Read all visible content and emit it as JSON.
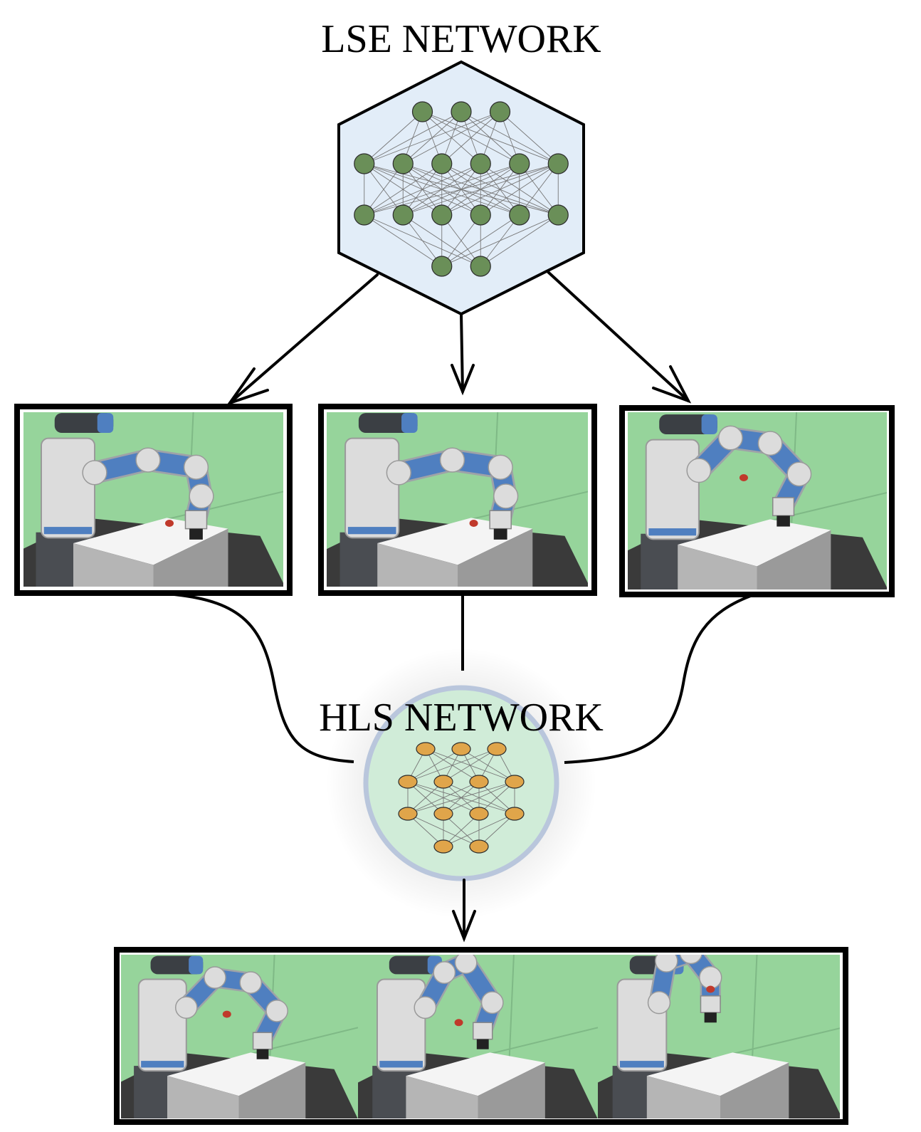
{
  "lse": {
    "title": "LSE NETWORK",
    "layers": [
      3,
      6,
      6,
      2
    ]
  },
  "hls": {
    "title": "HLS NETWORK",
    "layers": [
      3,
      4,
      4,
      2
    ]
  },
  "colors": {
    "lse_fill": "#e2edf8",
    "lse_node": "#6a8f58",
    "hls_fill": "#d0ecd8",
    "hls_ring": "#b9c6dc",
    "hls_node": "#e0a54a",
    "scene_bg": "#96d49b",
    "robot_blue": "#4f7fc0",
    "robot_white": "#dcdcdc",
    "robot_dark": "#3b3f44",
    "table_top": "#f4f4f4",
    "table_side": "#9a9a9a",
    "frame": "#000000"
  },
  "scenes": {
    "top": [
      {
        "name": "scene-reach-1",
        "pose": "reach"
      },
      {
        "name": "scene-reach-2",
        "pose": "reach"
      },
      {
        "name": "scene-lift",
        "pose": "lift"
      }
    ],
    "bottom": [
      {
        "name": "scene-sequence-1",
        "pose": "lift"
      },
      {
        "name": "scene-sequence-2",
        "pose": "mid"
      },
      {
        "name": "scene-sequence-3",
        "pose": "high"
      }
    ]
  }
}
